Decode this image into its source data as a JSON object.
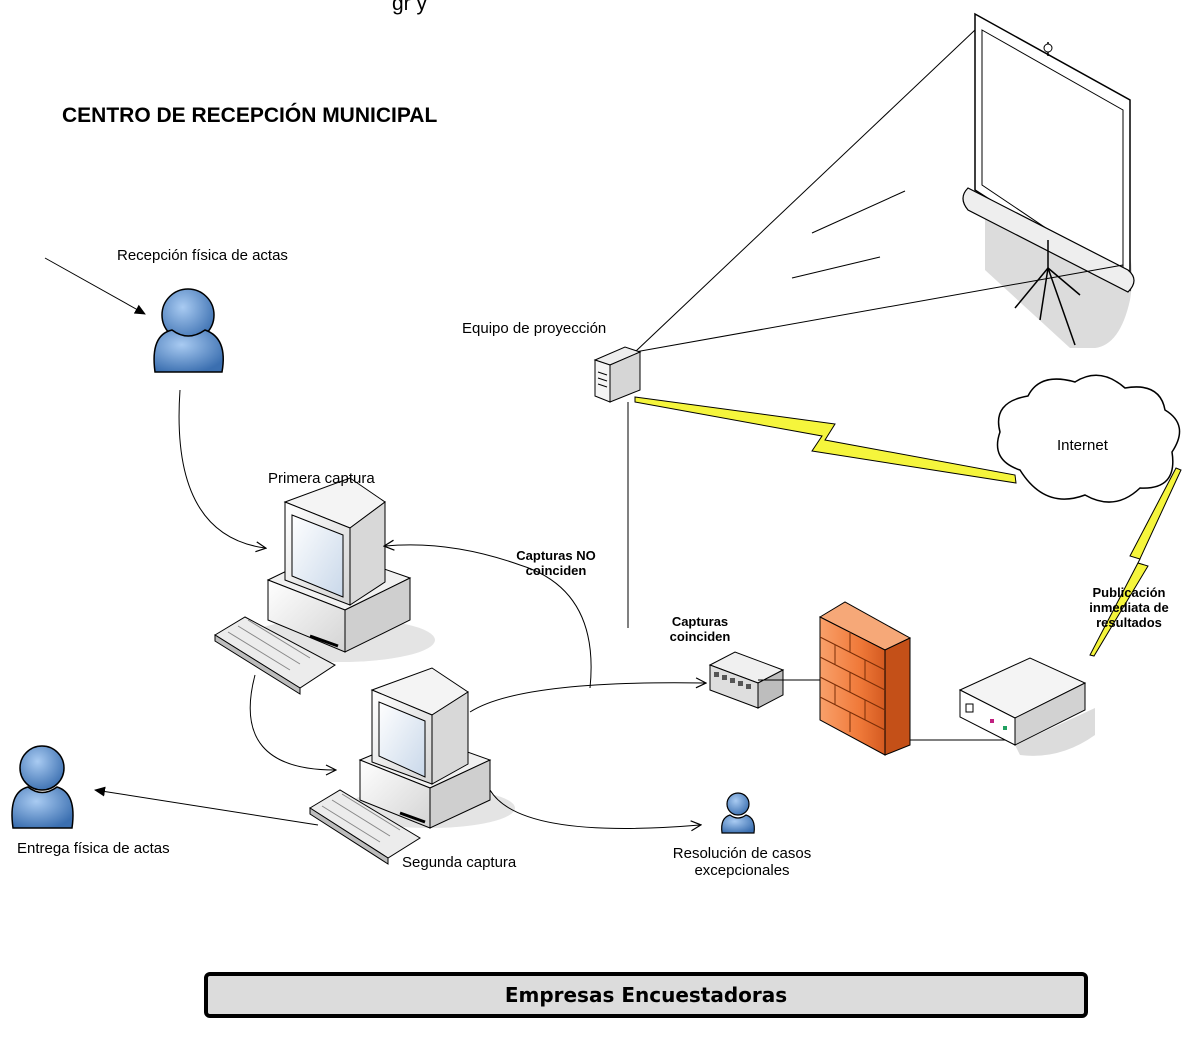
{
  "header": {
    "partial_text": "gr          y",
    "title": "CENTRO DE RECEPCIÓN MUNICIPAL"
  },
  "labels": {
    "reception": "Recepción física de actas",
    "projection": "Equipo de proyección",
    "internet": "Internet",
    "first_capture": "Primera captura",
    "mismatch_line1": "Capturas NO",
    "mismatch_line2": "coinciden",
    "match_line1": "Capturas",
    "match_line2": "coinciden",
    "publication_line1": "Publicación",
    "publication_line2": "inmediata de",
    "publication_line3": "resultados",
    "delivery": "Entrega física de actas",
    "second_capture": "Segunda captura",
    "exceptions_line1": "Resolución de casos",
    "exceptions_line2": "excepcionales"
  },
  "footer": {
    "banner": "Empresas Encuestadoras"
  },
  "colors": {
    "person": "#5b8fcf",
    "firewall": "#f07a3a",
    "lightning": "#f5f53c",
    "screen_shadow": "#dcdcdc"
  }
}
